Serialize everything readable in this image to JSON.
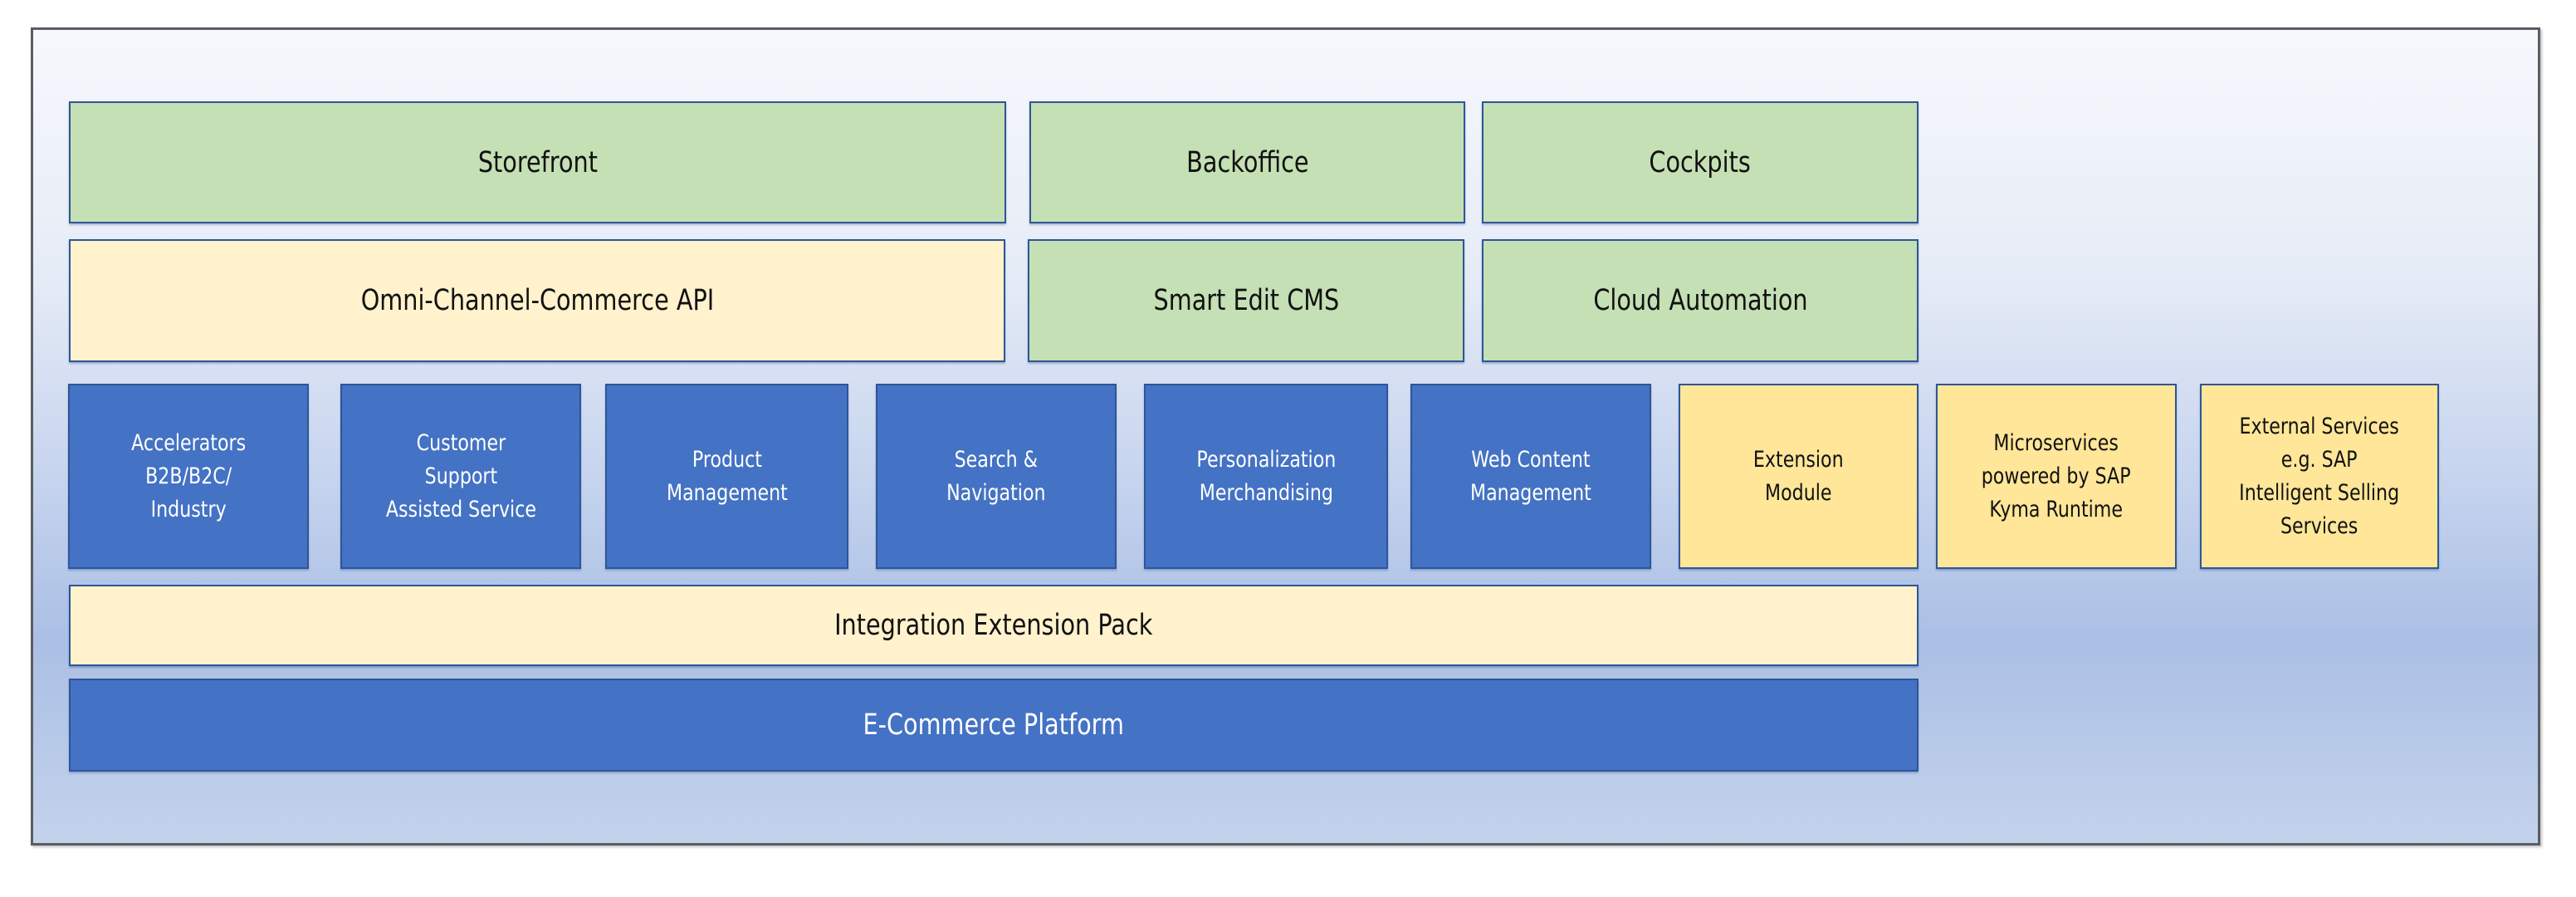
{
  "diagram": {
    "title": "SAP Commerce Architecture Overview",
    "colors": {
      "presentation_green": "#c5e0b4",
      "api_cream": "#fff2cc",
      "extension_gold": "#ffe699",
      "core_blue": "#4472c4",
      "border": "#2f5597"
    },
    "top_row": {
      "storefront": "Storefront",
      "backoffice": "Backoffice",
      "cockpits": "Cockpits"
    },
    "second_row": {
      "omni_channel_api": "Omni-Channel-Commerce API",
      "smart_edit_cms": "Smart Edit CMS",
      "cloud_automation": "Cloud Automation"
    },
    "modules": [
      {
        "label": "Accelerators\nB2B/B2C/\nIndustry"
      },
      {
        "label": "Customer\nSupport\nAssisted Service"
      },
      {
        "label": "Product\nManagement"
      },
      {
        "label": "Search &\nNavigation"
      },
      {
        "label": "Personalization\nMerchandising"
      },
      {
        "label": "Web Content\nManagement"
      }
    ],
    "extensions": [
      {
        "label": "Extension\nModule"
      },
      {
        "label": "Microservices\npowered by SAP\nKyma Runtime"
      },
      {
        "label": "External Services\ne.g. SAP\nIntelligent Selling\nServices"
      }
    ],
    "integration_extension_pack": "Integration Extension Pack",
    "ecommerce_platform": "E-Commerce Platform"
  }
}
